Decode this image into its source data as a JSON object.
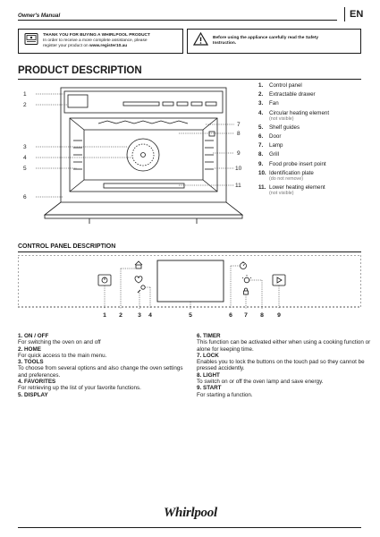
{
  "header": {
    "title": "Owner's Manual",
    "lang": "EN"
  },
  "notice_left": {
    "line1": "THANK YOU FOR BUYING A WHIRLPOOL PRODUCT",
    "line2": "In order to receive a more complete assistance, please",
    "line3_prefix": "register your product on ",
    "line3_url": "www.register10.au",
    "icon": "appliance-register-icon"
  },
  "notice_right": {
    "line1": "Before using the appliance carefully read the Safety",
    "line2": "Instruction.",
    "icon": "warning-icon"
  },
  "product": {
    "title": "PRODUCT DESCRIPTION",
    "diagram_labels": [
      "1",
      "2",
      "3",
      "4",
      "5",
      "6",
      "7",
      "8",
      "9",
      "10",
      "11"
    ],
    "parts": [
      {
        "num": "1.",
        "label": "Control panel",
        "note": ""
      },
      {
        "num": "2.",
        "label": "Extractable drawer",
        "note": ""
      },
      {
        "num": "3.",
        "label": "Fan",
        "note": ""
      },
      {
        "num": "4.",
        "label": "Circular heating element",
        "note": "(not visible)"
      },
      {
        "num": "5.",
        "label": "Shelf guides",
        "note": ""
      },
      {
        "num": "6.",
        "label": "Door",
        "note": ""
      },
      {
        "num": "7.",
        "label": "Lamp",
        "note": ""
      },
      {
        "num": "8.",
        "label": "Grill",
        "note": ""
      },
      {
        "num": "9.",
        "label": "Food probe insert point",
        "note": ""
      },
      {
        "num": "10.",
        "label": "Identification plate",
        "note": "(do not remove)"
      },
      {
        "num": "11.",
        "label": "Lower heating element",
        "note": "(not visible)"
      }
    ]
  },
  "control_panel": {
    "title": "CONTROL PANEL DESCRIPTION",
    "numbers": [
      "1",
      "2",
      "3",
      "4",
      "5",
      "6",
      "7",
      "8",
      "9"
    ],
    "icons": [
      "power-icon",
      "home-icon",
      "heart-icon",
      "tools-icon",
      "timer-icon",
      "light-icon",
      "lock-icon",
      "start-icon"
    ],
    "items_left": [
      {
        "h": "1. ON / OFF",
        "b": "For switching the oven on and off"
      },
      {
        "h": "2. HOME",
        "b": "For quick access to the main menu."
      },
      {
        "h": "3. TOOLS",
        "b": "To choose from several options and also change the oven settings and preferences."
      },
      {
        "h": "4. FAVORITES",
        "b": "For retrieving up the list of your favorite functions."
      },
      {
        "h": "5. DISPLAY",
        "b": ""
      }
    ],
    "items_right": [
      {
        "h": "6. TIMER",
        "b": "This function can be activated either when using a cooking function or alone for keeping time."
      },
      {
        "h": "7. LOCK",
        "b": "Enables you to lock the buttons on the touch pad so they cannot be pressed accidently."
      },
      {
        "h": "8. LIGHT",
        "b": "To switch on or off the oven lamp and save energy."
      },
      {
        "h": "9. START",
        "b": "For starting a function."
      }
    ]
  },
  "footer": {
    "brand": "Whirlpool"
  }
}
